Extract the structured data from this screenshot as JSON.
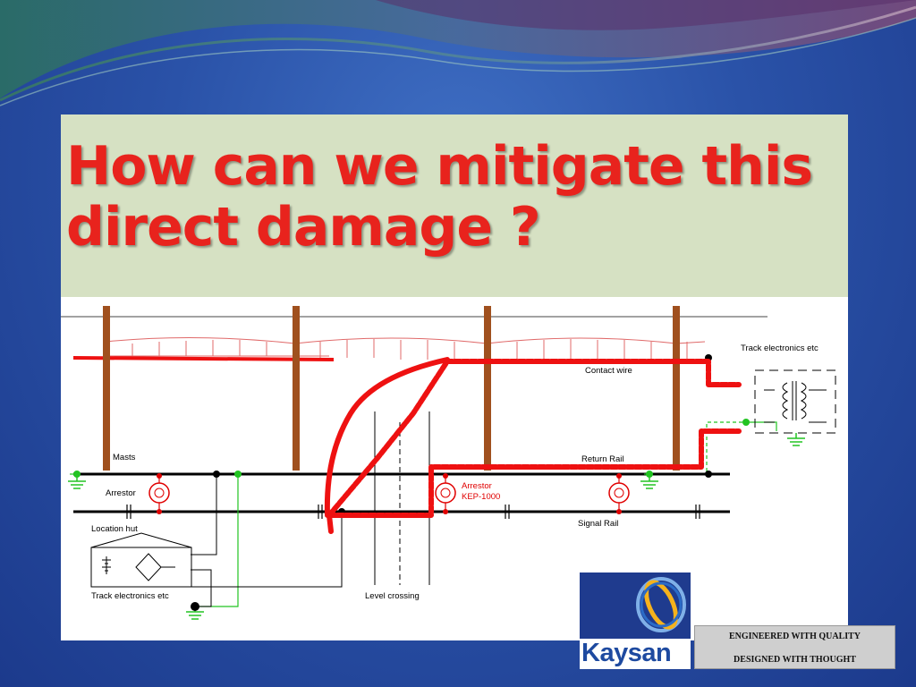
{
  "slide": {
    "title": "How can we mitigate this direct damage ?"
  },
  "diagram": {
    "labels": {
      "track_electronics_top": "Track electronics etc",
      "contact_wire": "Contact wire",
      "masts": "Masts",
      "return_rail": "Return Rail",
      "arrestor_left": "Arrestor",
      "arrestor_kep": "Arrestor",
      "kep_model": "KEP-1000",
      "signal_rail": "Signal Rail",
      "location_hut": "Location hut",
      "track_electronics_bottom": "Track electronics etc",
      "level_crossing": "Level crossing"
    },
    "colors": {
      "mast": "#a0501e",
      "surge_path": "#ee1111",
      "earth": "#22c422",
      "catenary": "#e06a6a"
    }
  },
  "branding": {
    "company_name": "Kaysan",
    "tagline_line1": "ENGINEERED WITH QUALITY",
    "tagline_line2": "DESIGNED WITH THOUGHT"
  }
}
